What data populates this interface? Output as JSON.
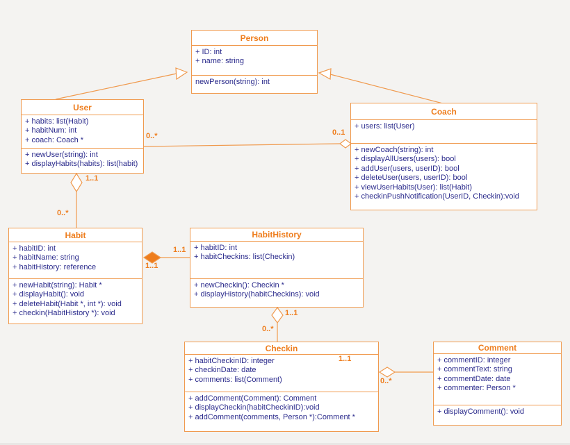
{
  "diagram": {
    "type": "uml-class-diagram",
    "classes": {
      "person": {
        "name": "Person",
        "attributes": [
          "+ ID: int",
          "+ name: string"
        ],
        "methods": [
          "newPerson(string): int"
        ]
      },
      "user": {
        "name": "User",
        "attributes": [
          "+ habits: list(Habit)",
          "+ habitNum: int",
          "+ coach: Coach *"
        ],
        "methods": [
          "+ newUser(string): int",
          "+ displayHabits(habits): list(habit)"
        ]
      },
      "coach": {
        "name": "Coach",
        "attributes": [
          "+ users: list(User)"
        ],
        "methods": [
          "+ newCoach(string): int",
          "+ displayAllUsers(users): bool",
          "+ addUser(users, userID): bool",
          "+ deleteUser(users, userID): bool",
          "+ viewUserHabits(User): list(Habit)",
          "+ checkinPushNotification(UserID, Checkin):void"
        ]
      },
      "habit": {
        "name": "Habit",
        "attributes": [
          "+ habitID: int",
          "+ habitName: string",
          "+ habitHistory: reference"
        ],
        "methods": [
          "+ newHabit(string): Habit *",
          "+ displayHabit(): void",
          "+ deleteHabit(Habit *, int *): void",
          "+ checkin(HabitHistory *): void"
        ]
      },
      "habithistory": {
        "name": "HabitHistory",
        "attributes": [
          "+ habitID: int",
          "+ habitCheckins: list(Checkin)"
        ],
        "methods": [
          "+ newCheckin(): Checkin *",
          "+ displayHistory(habitCheckins): void"
        ]
      },
      "checkin": {
        "name": "Checkin",
        "attributes": [
          "+ habitCheckinID: integer",
          "+ checkinDate: date",
          "+ comments: list(Comment)"
        ],
        "methods": [
          "+ addComment(Comment): Comment",
          "+ displayCheckin(habitCheckinID):void",
          "+ addComment(comments, Person *):Comment *"
        ]
      },
      "comment": {
        "name": "Comment",
        "attributes": [
          "+ commentID: integer",
          "+ commentText: string",
          "+ commentDate: date",
          "+ commenter: Person *"
        ],
        "methods": [
          "+ displayComment(): void"
        ]
      }
    },
    "relationships": [
      {
        "type": "generalization",
        "from": "User",
        "to": "Person"
      },
      {
        "type": "generalization",
        "from": "Coach",
        "to": "Person"
      },
      {
        "type": "aggregation",
        "whole": "Coach",
        "part": "User",
        "whole_label": "0..1",
        "part_label": "0..*"
      },
      {
        "type": "aggregation",
        "whole": "User",
        "part": "Habit",
        "whole_label": "1..1",
        "part_label": "0..*"
      },
      {
        "type": "composition",
        "whole": "Habit",
        "part": "HabitHistory",
        "whole_label": "1..1",
        "part_label": "1..1"
      },
      {
        "type": "aggregation",
        "whole": "HabitHistory",
        "part": "Checkin",
        "whole_label": "1..1",
        "part_label": "0..*"
      },
      {
        "type": "aggregation",
        "whole": "Checkin",
        "part": "Comment",
        "whole_label": "1..1",
        "part_label": "0..*"
      }
    ],
    "colors": {
      "border_orange": "#f09a4e",
      "title_orange": "#ee7d1d",
      "member_text_navy": "#2b2b8c",
      "box_fill": "#ffffff",
      "background": "#f4f3f1"
    }
  }
}
